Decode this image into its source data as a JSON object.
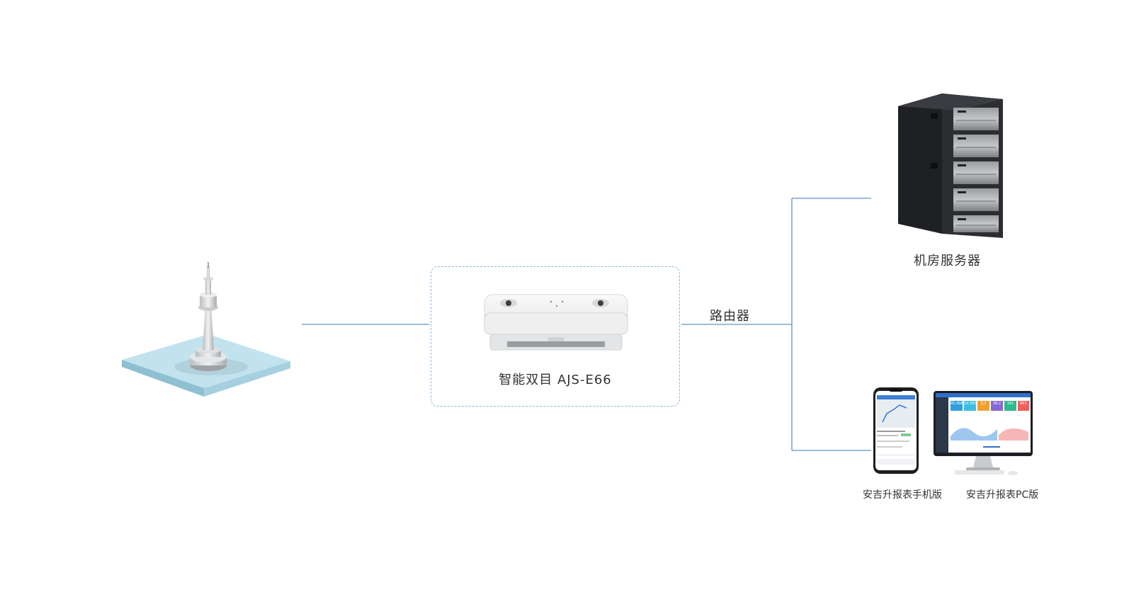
{
  "nodes": {
    "device_label": "智能双目 AJS-E66",
    "router_label": "路由器",
    "server_label": "机房服务器",
    "mobile_label": "安吉升报表手机版",
    "pc_label": "安吉升报表PC版"
  },
  "dashboard": {
    "tiles": [
      "45,498",
      "10,583",
      "3,2",
      "36,2",
      "181",
      "801"
    ]
  },
  "colors": {
    "connector": "#5b93cc",
    "dashed_border": "#8fb3dc",
    "platform_top": "#bfe0ec",
    "server_body": "#2a2c30"
  }
}
